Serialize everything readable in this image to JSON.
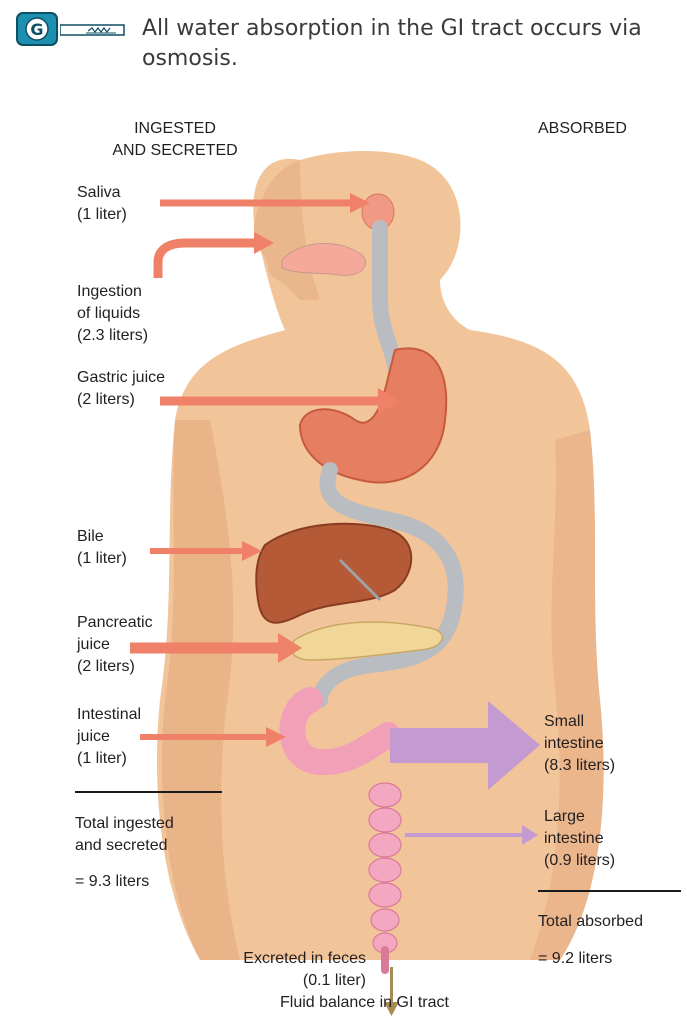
{
  "statement": "All water absorption in the GI tract occurs via osmosis.",
  "icons": {
    "badge": "lock-key-icon",
    "badge_letter": "G",
    "key": "key-icon"
  },
  "headings": {
    "left": "INGESTED\nAND SECRETED",
    "right": "ABSORBED"
  },
  "inputs": [
    {
      "id": "saliva",
      "label": "Saliva\n(1 liter)"
    },
    {
      "id": "liquids",
      "label": "Ingestion\nof liquids\n(2.3 liters)"
    },
    {
      "id": "gastric",
      "label": "Gastric juice\n(2 liters)"
    },
    {
      "id": "bile",
      "label": "Bile\n(1 liter)"
    },
    {
      "id": "pancreatic",
      "label": "Pancreatic\njuice\n(2 liters)"
    },
    {
      "id": "intestinal",
      "label": "Intestinal\njuice\n(1 liter)"
    }
  ],
  "outputs": [
    {
      "id": "small",
      "label": "Small\nintestine\n(8.3 liters)"
    },
    {
      "id": "large",
      "label": "Large\nintestine\n(0.9 liters)"
    }
  ],
  "totals": {
    "ingested_label": "Total ingested\nand secreted",
    "ingested_value": "= 9.3 liters",
    "absorbed_label": "Total absorbed",
    "absorbed_value": "= 9.2 liters"
  },
  "excreted": "Excreted in feces\n(0.1 liter)",
  "caption": "Fluid balance in GI tract",
  "colors": {
    "input_arrow": "#ef8168",
    "output_arrow": "#c49bd0",
    "excreted_arrow": "#a88a55",
    "skin": "#f2c49a",
    "badge": "#1d8fb0"
  }
}
